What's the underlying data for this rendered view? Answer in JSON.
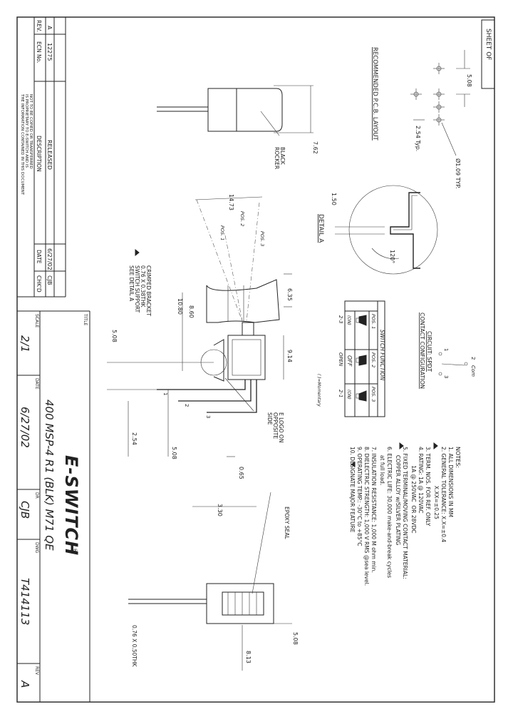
{
  "sheet": {
    "sheet_of": "SHEET  OF"
  },
  "title_block": {
    "title_label": "TITLE",
    "title": "400 MSP-4 R1 (BLK) M71 QE",
    "brand": "E-SWITCH",
    "brand_mark": "®",
    "scale_label": "SCALE",
    "scale": "2/1",
    "date_label": "DATE",
    "date": "6/27/02",
    "dr_label": "DR",
    "drawn_by": "CJB",
    "dwg_label": "DWG",
    "dwg_no": "T414113",
    "rev_label": "REV",
    "rev": "A"
  },
  "revision_table": {
    "headers": [
      "REV.",
      "ECN No.",
      "DESCRIPTION",
      "DATE",
      "CHK'D"
    ],
    "row": [
      "A",
      "12275",
      "RELEASED",
      "6/27/02",
      "CJB"
    ],
    "proprietary": [
      "THE INFORMATION CONTAINED IN THIS DOCUMENT",
      "IS PROPRIETARY TO E-SWITCH AND IS",
      "NOT TO BE COPIED OR TRANSFERRED"
    ]
  },
  "notes": {
    "title": "NOTES:",
    "items": [
      "1.  ALL DIMENSIONS IN MM",
      "2.  GENERAL TOLERANCE: X.X=±0.4",
      "                       X.XX=±0.25",
      "3.  TERM. NOS. FOR REF. ONLY",
      "4.  RATING: 1A @ 120VAC",
      "           1A @ 250VAC  OR 28VDC",
      "5.  FIXED TERMINAL/MOVING CONTACT MATERIAL:",
      "     COPPER ALLOY w/SILVER PLATING",
      "6.  ELECTRIC LIFE: 30,000 make-and-break cycles",
      "     at full load.",
      "7.  INSULATION RESISTANCE: 1,000 M ohm min.",
      "8.  DIELECTRIC STRENGTH: 1,000 V RMS @sea level.",
      "9.  OPERATING TEMP.: -30°C to +85°C",
      "10.    DESIGNATE MAJOR FEATURE"
    ]
  },
  "circuit": {
    "title": "CIRCUIT:  SPDT",
    "subtitle": "CONTACT CONFIGURATION",
    "com_label": "Com",
    "terminals": [
      "1",
      "2",
      "3"
    ],
    "function_title": "SWITCH FUNCTION",
    "positions": [
      "POS. 1",
      "POS. 2",
      "POS. 3"
    ],
    "states": [
      "(ON)",
      "OFF",
      "(ON)"
    ],
    "connections": [
      "2-3",
      "OPEN",
      "2-1"
    ],
    "momentary": "( )=Momentary"
  },
  "pcb": {
    "title": "RECOMMENDED P.C.B. LAYOUT",
    "spacing": "5.08",
    "pitch": "2.54 Typ.",
    "hole": "Ø1.09 TYP."
  },
  "detail": {
    "title": "DETAIL A",
    "dim_thickness": "1.50",
    "angle": "120°"
  },
  "callouts": {
    "rocker": [
      "BLACK",
      "ROCKER"
    ],
    "bracket": [
      "CRIMPED BRACKET",
      "0.76 X 0.38THK",
      "SWITCH SUPPORT",
      "SEE DETAIL A"
    ],
    "logo": [
      "E LOGO ON",
      "OPPOSITE",
      "SIDE"
    ],
    "epoxy": "EPOXY SEAL",
    "term_size": "0.76 X 0.50THK",
    "pos1": "POS. 1",
    "pos2": "POS. 2",
    "pos3": "POS. 3"
  },
  "dims": {
    "rocker_height": "7.62",
    "rocker_travel": "14.73",
    "cap_top": "6.35",
    "cap_height": "8.60",
    "overall_height": "10.80",
    "bracket_off": "5.08",
    "body_width": "9.14",
    "term_pitch": "2.54",
    "term_span": "5.08",
    "term_thk": "0.65",
    "term_len": "3.30",
    "end_width": "5.08",
    "end_len": "8.13"
  }
}
